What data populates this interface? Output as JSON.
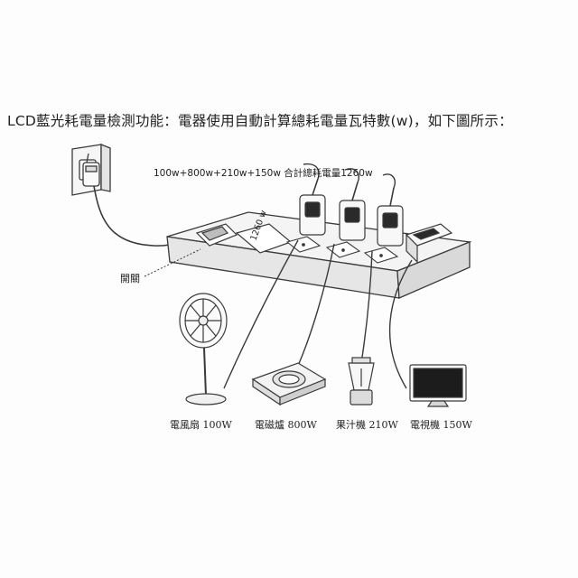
{
  "heading": "LCD藍光耗電量檢測功能：電器使用自動計算總耗電量瓦特數(w)，如下圖所示：",
  "diagram": {
    "sum_caption": "100w+800w+210w+150w 合計總耗電量1260w",
    "lcd_reading": "1260 w",
    "switch_label": "開關",
    "appliances": [
      {
        "label": "電風扇 100W",
        "icon": "electric-fan-icon"
      },
      {
        "label": "電磁爐 800W",
        "icon": "induction-cooker-icon"
      },
      {
        "label": "果汁機 210W",
        "icon": "blender-icon"
      },
      {
        "label": "電視機 150W",
        "icon": "television-icon"
      }
    ]
  },
  "colors": {
    "line": "#3a3a3a",
    "strip_fill": "#f2f2f2",
    "screen_fill": "#1c1c1c"
  }
}
